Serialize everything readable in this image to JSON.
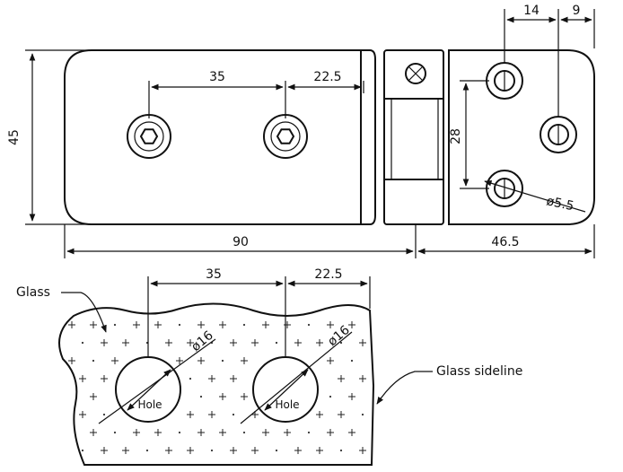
{
  "dimensions": {
    "height_45": "45",
    "total_90": "90",
    "total_46_5": "46.5",
    "upper_35": "35",
    "upper_22_5": "22.5",
    "top_14": "14",
    "top_9": "9",
    "vert_28": "28",
    "dia_5_5": "ø5.5",
    "lower_35": "35",
    "lower_22_5": "22.5",
    "dia_16_left": "ø16",
    "dia_16_right": "ø16"
  },
  "labels": {
    "glass": "Glass",
    "glass_sideline": "Glass sideline",
    "hole_left": "Hole",
    "hole_right": "Hole"
  }
}
